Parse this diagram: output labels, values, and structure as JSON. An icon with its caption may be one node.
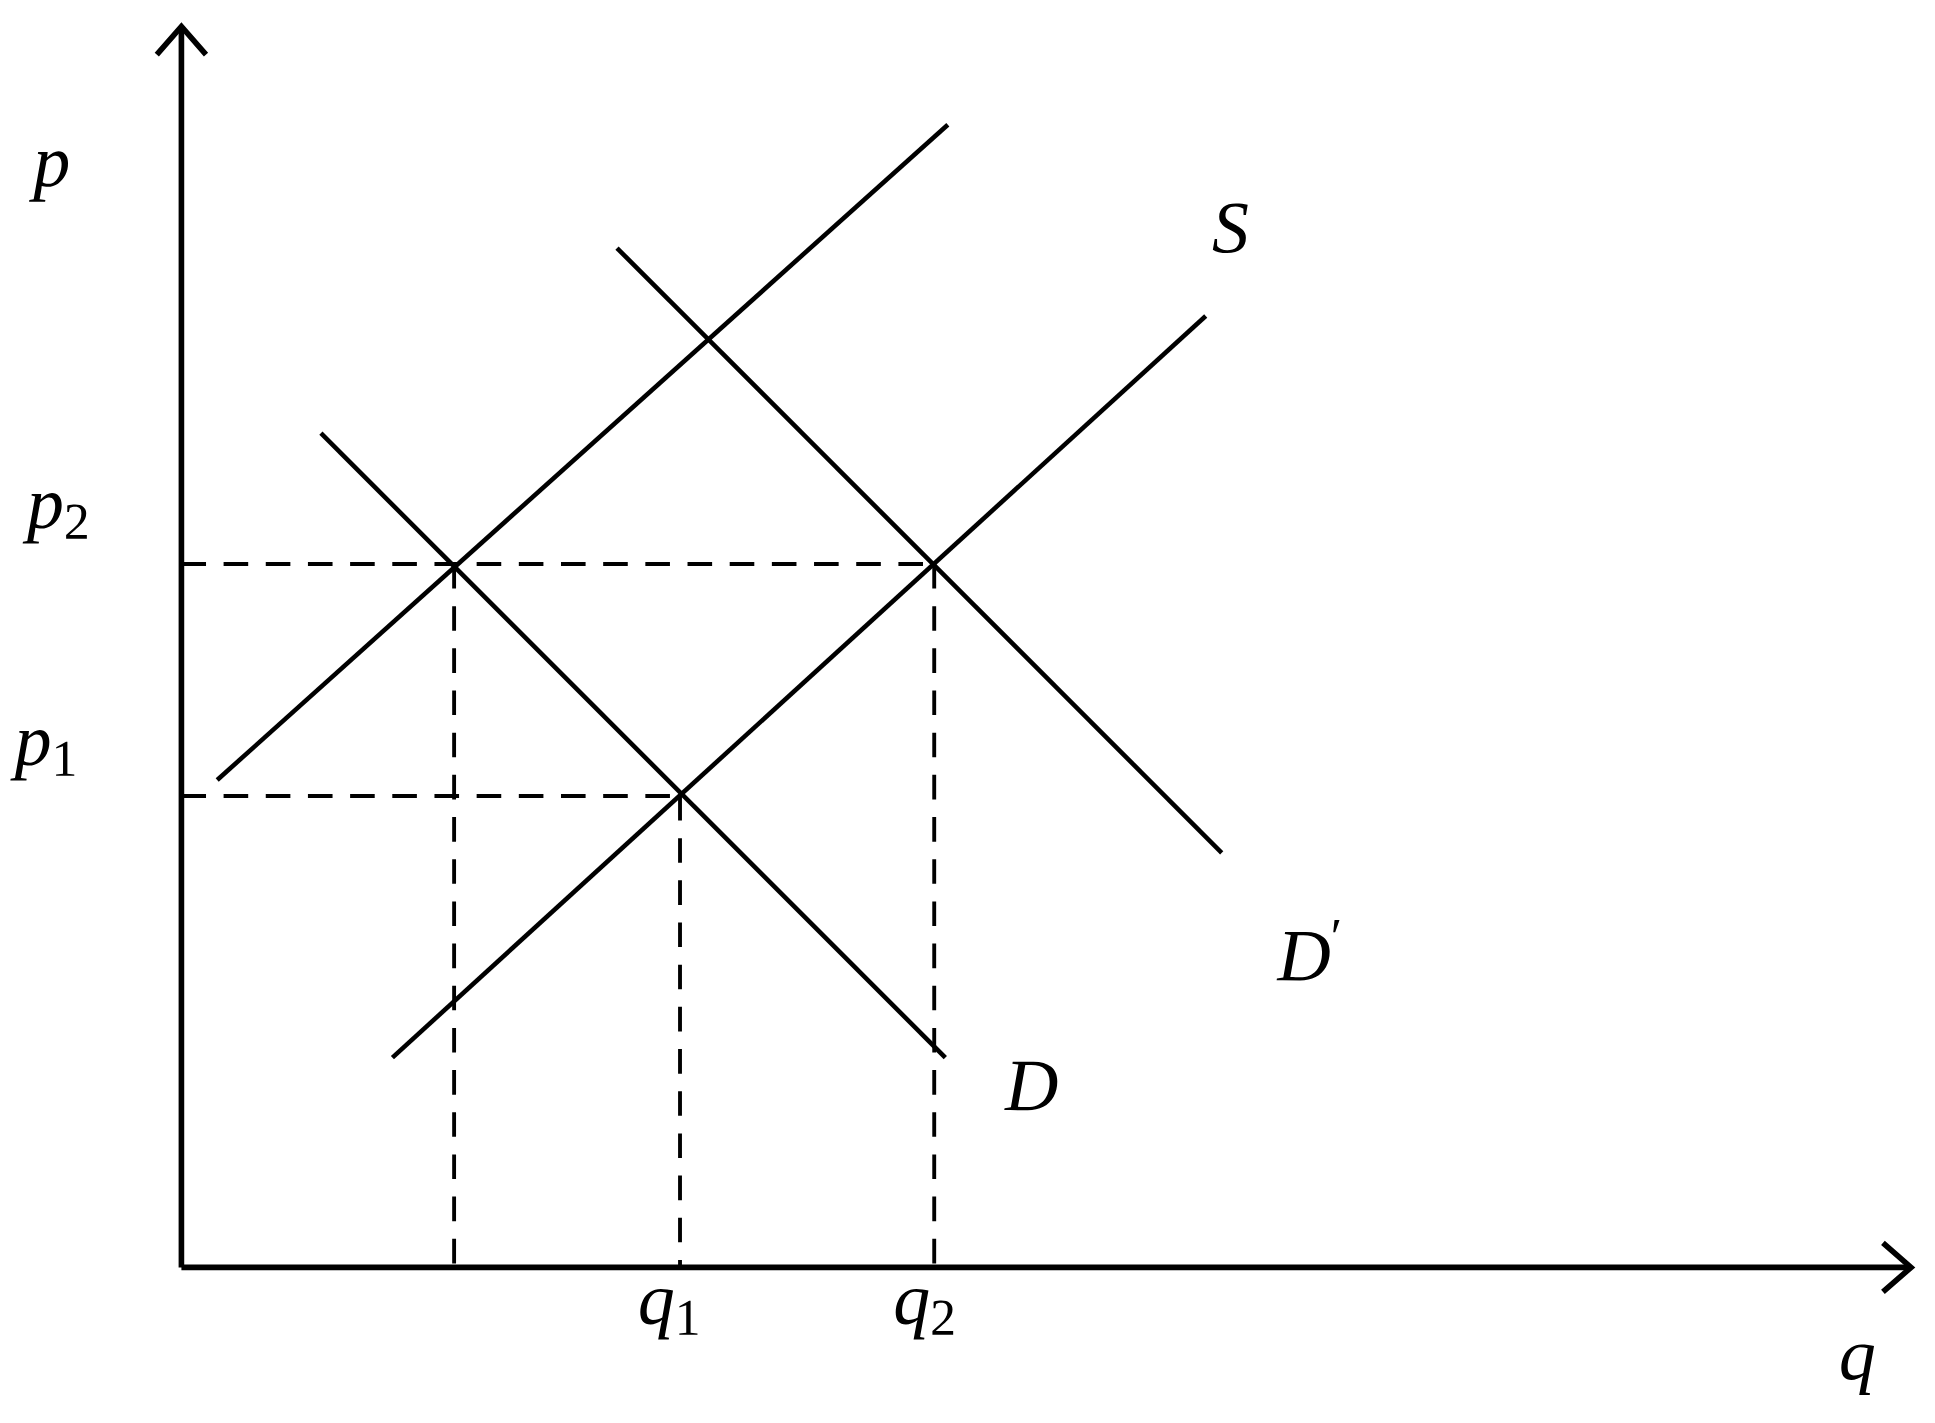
{
  "diagram": {
    "labels": [
      "p",
      "*p*$_{2}$",
      "*p*$_{1}$",
      "S",
      "*D*$^{′}$",
      "D",
      "*q*$_{1}$",
      "*q*$_{2}$",
      "q"
    ]
  }
}
